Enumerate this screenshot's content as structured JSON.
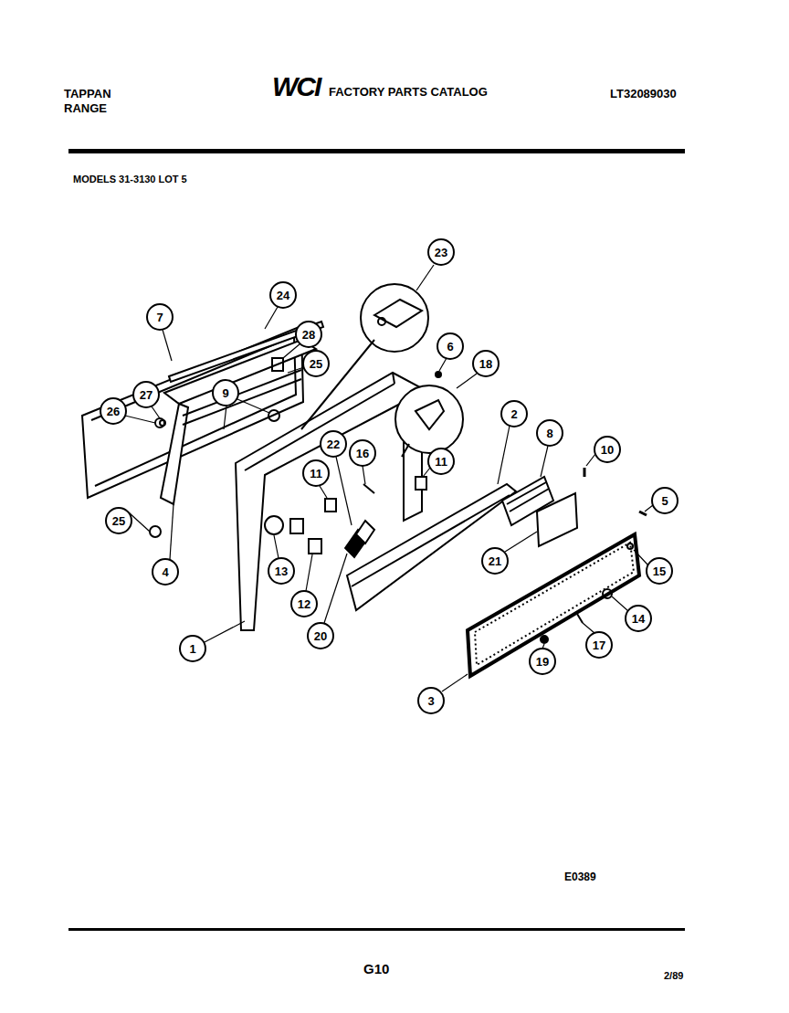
{
  "diagram": {
    "title": "FACTORY PARTS CATALOG",
    "nodes": [
      {
        "text": [
          "23"
        ]
      },
      {
        "text": [
          "24"
        ]
      },
      {
        "text": [
          "7"
        ]
      },
      {
        "text": [
          "28"
        ]
      },
      {
        "text": [
          "25"
        ]
      },
      {
        "text": [
          "6"
        ]
      },
      {
        "text": [
          "18"
        ]
      },
      {
        "text": [
          "27"
        ]
      },
      {
        "text": [
          "9"
        ]
      },
      {
        "text": [
          "26"
        ]
      },
      {
        "text": [
          "2"
        ]
      },
      {
        "text": [
          "8"
        ]
      },
      {
        "text": [
          "22"
        ]
      },
      {
        "text": [
          "16"
        ]
      },
      {
        "text": [
          "10"
        ]
      },
      {
        "text": [
          "11"
        ]
      },
      {
        "text": [
          "11"
        ]
      },
      {
        "text": [
          "5"
        ]
      },
      {
        "text": [
          "25"
        ]
      },
      {
        "text": [
          "4"
        ]
      },
      {
        "text": [
          "13"
        ]
      },
      {
        "text": [
          "21"
        ]
      },
      {
        "text": [
          "15"
        ]
      },
      {
        "text": [
          "12"
        ]
      },
      {
        "text": [
          "14"
        ]
      },
      {
        "text": [
          "20"
        ]
      },
      {
        "text": [
          "17"
        ]
      },
      {
        "text": [
          "1"
        ]
      },
      {
        "text": [
          "19"
        ]
      },
      {
        "text": [
          "3"
        ]
      }
    ],
    "labels": [
      "TAPPAN RANGE",
      "WCI",
      "LT32089030",
      "MODELS 31-3130 LOT 5",
      "E0389",
      "G10",
      "2/89"
    ]
  }
}
